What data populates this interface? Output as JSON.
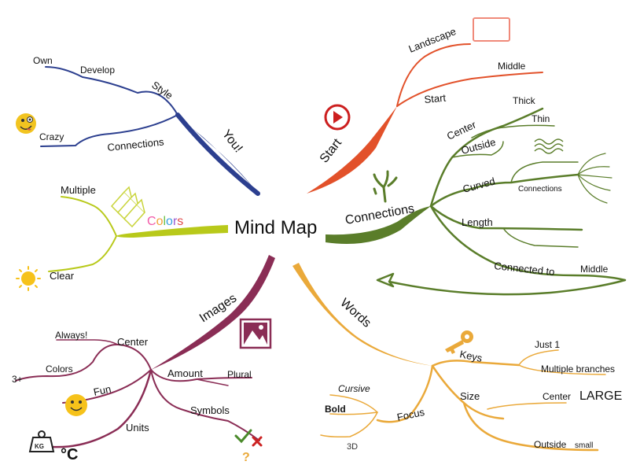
{
  "center": {
    "title": "Mind Map"
  },
  "branches": {
    "you": {
      "label": "You!",
      "color": "#2c3f8f",
      "style": "Style",
      "develop": "Develop",
      "own": "Own",
      "connections": "Connections",
      "crazy": "Crazy"
    },
    "start": {
      "label": "Start",
      "color": "#e2512a",
      "landscape": "Landscape",
      "middle": "Middle",
      "start": "Start"
    },
    "connections": {
      "label": "Connections",
      "color": "#5a7d2a",
      "center": "Center",
      "thick": "Thick",
      "thin": "Thin",
      "outside": "Outside",
      "curved": "Curved",
      "sub_connections": "Connections",
      "length": "Length",
      "connected_to": "Connected to",
      "middle": "Middle"
    },
    "colors": {
      "label": "Colors",
      "color": "#b8c91a",
      "multiple": "Multiple",
      "clear": "Clear",
      "letter_colors": [
        "#f25aa8",
        "#f2a23a",
        "#6cc24a",
        "#3aa0e0",
        "#9a5ad0",
        "#e04a4a"
      ]
    },
    "images": {
      "label": "Images",
      "color": "#8a2d55",
      "center": "Center",
      "always": "Always!",
      "colors": "Colors",
      "three_plus": "3+",
      "fun": "Fun",
      "amount": "Amount",
      "plural": "Plural",
      "symbols": "Symbols",
      "units": "Units",
      "kg": "KG",
      "celsius": "°C",
      "question": "?"
    },
    "words": {
      "label": "Words",
      "color": "#eaa93a",
      "keys": "Keys",
      "just_one": "Just 1",
      "multiple_branches": "Multiple branches",
      "size": "Size",
      "center": "Center",
      "large": "LARGE",
      "outside": "Outside",
      "small": "small",
      "focus": "Focus",
      "cursive": "Cursive",
      "bold": "Bold",
      "three_d": "3D"
    }
  },
  "icons": [
    "crazy-emoji-icon",
    "play-button-icon",
    "landscape-frame-icon",
    "tree-icon",
    "wavy-lines-icon",
    "crayons-icon",
    "sun-icon",
    "picture-icon",
    "smiley-icon",
    "weight-icon",
    "key-icon",
    "checkmark-icon",
    "cross-icon"
  ]
}
